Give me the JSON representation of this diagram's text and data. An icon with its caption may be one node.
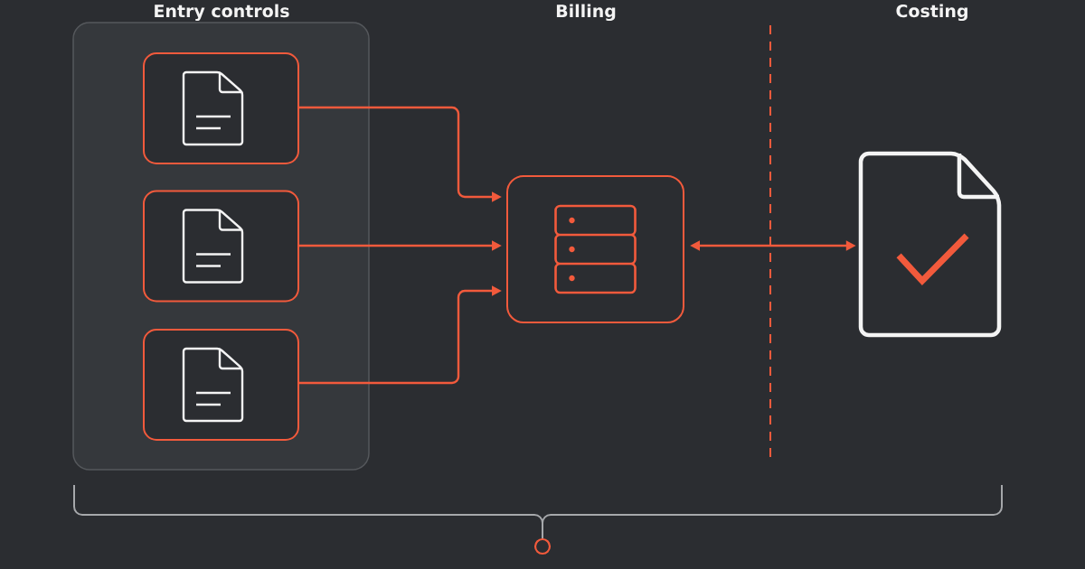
{
  "diagram": {
    "nodes": [
      {
        "text": [],
        "shape": "box"
      },
      {
        "text": [],
        "shape": "box",
        "in": 0
      },
      {
        "text": [],
        "shape": "box",
        "in": 0
      },
      {
        "text": [],
        "shape": "box",
        "in": 0
      },
      {
        "text": [],
        "shape": "box"
      },
      {
        "text": [],
        "shape": "picture"
      }
    ],
    "edges": [
      {
        "from": 1,
        "to": 4,
        "arrow": "to"
      },
      {
        "from": 2,
        "to": 4,
        "arrow": "to"
      },
      {
        "from": 3,
        "to": 4,
        "arrow": "to"
      },
      {
        "from": 4,
        "to": 5,
        "arrow": "both"
      }
    ],
    "labels": [
      "Entry controls",
      "Billing",
      "Costing"
    ]
  }
}
